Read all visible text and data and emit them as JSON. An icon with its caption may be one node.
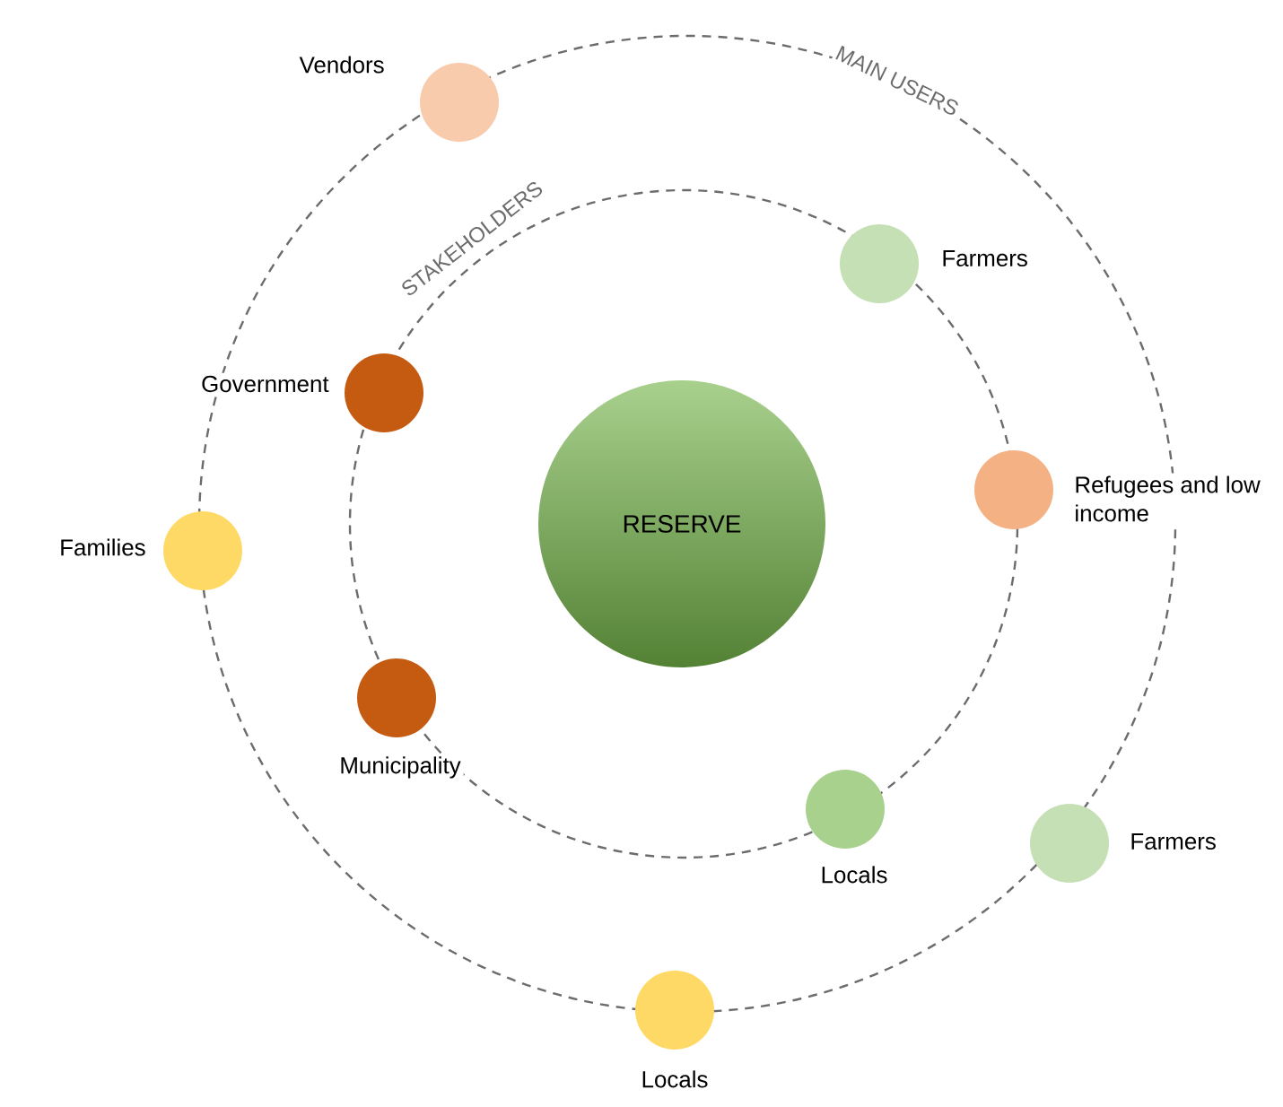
{
  "diagram": {
    "nodes": [
      {
        "text": [],
        "shape": "circle",
        "beside": [
          "Vendors"
        ]
      },
      {
        "text": [],
        "shape": "circle",
        "beside": [
          "Farmers"
        ]
      },
      {
        "text": [],
        "shape": "circle",
        "beside": [
          "Government"
        ]
      },
      {
        "text": [],
        "shape": "circle",
        "beside": [
          "Families"
        ]
      },
      {
        "text": [
          "RESERVE"
        ]
      },
      {
        "text": [],
        "shape": "circle",
        "beside": [
          "Refugees and low income"
        ]
      },
      {
        "text": [],
        "shape": "circle",
        "beside": [
          "Municipality"
        ]
      },
      {
        "text": [],
        "shape": "circle",
        "beside": [
          "Locals"
        ]
      },
      {
        "text": [],
        "shape": "circle",
        "beside": [
          "Farmers"
        ]
      },
      {
        "text": [],
        "shape": "circle",
        "beside": [
          "Locals"
        ]
      }
    ],
    "labels": [
      "MAIN USERS",
      "STAKEHOLDERS"
    ]
  }
}
